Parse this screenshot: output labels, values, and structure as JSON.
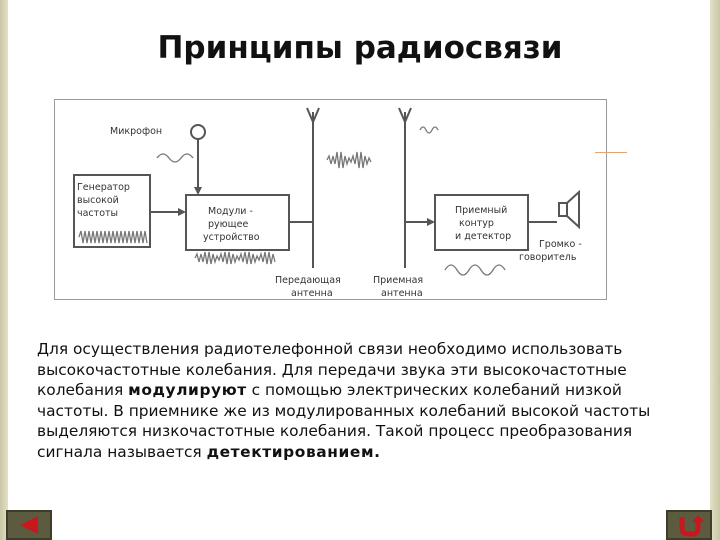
{
  "slide": {
    "title": "Принципы радиосвязи"
  },
  "diagram": {
    "labels": {
      "microphone": "Микрофон",
      "generator_1": "Генератор",
      "generator_2": "высокой",
      "generator_3": "частоты",
      "modulator_1": "Модули -",
      "modulator_2": "рующее",
      "modulator_3": "устройство",
      "receiver_1": "Приемный",
      "receiver_2": "контур",
      "receiver_3": "и  детектор",
      "speaker_1": "Громко -",
      "speaker_2": "говоритель",
      "tx_antenna_1": "Передающая",
      "tx_antenna_2": "антенна",
      "rx_antenna_1": "Приемная",
      "rx_antenna_2": "антенна"
    },
    "colors": {
      "line": "#555555",
      "accent": "#e6a46a"
    }
  },
  "body": {
    "part1": "Для осуществления радиотелефонной связи необходимо использовать высокочастотные колебания. Для передачи звука эти высокочастотные колебания ",
    "bold1": "модулируют",
    "part2": " с помощью электрических колебаний низкой частоты. В приемнике же из модулированных колебаний высокой частоты выделяются низкочастотные колебания. Такой процесс преобразования сигнала называется ",
    "bold2": "детектированием."
  },
  "navigation": {
    "prev_icon": "triangle-left-icon",
    "return_icon": "return-arrow-icon",
    "button_color": "#5d5b3f",
    "icon_color": "#c8171e"
  }
}
